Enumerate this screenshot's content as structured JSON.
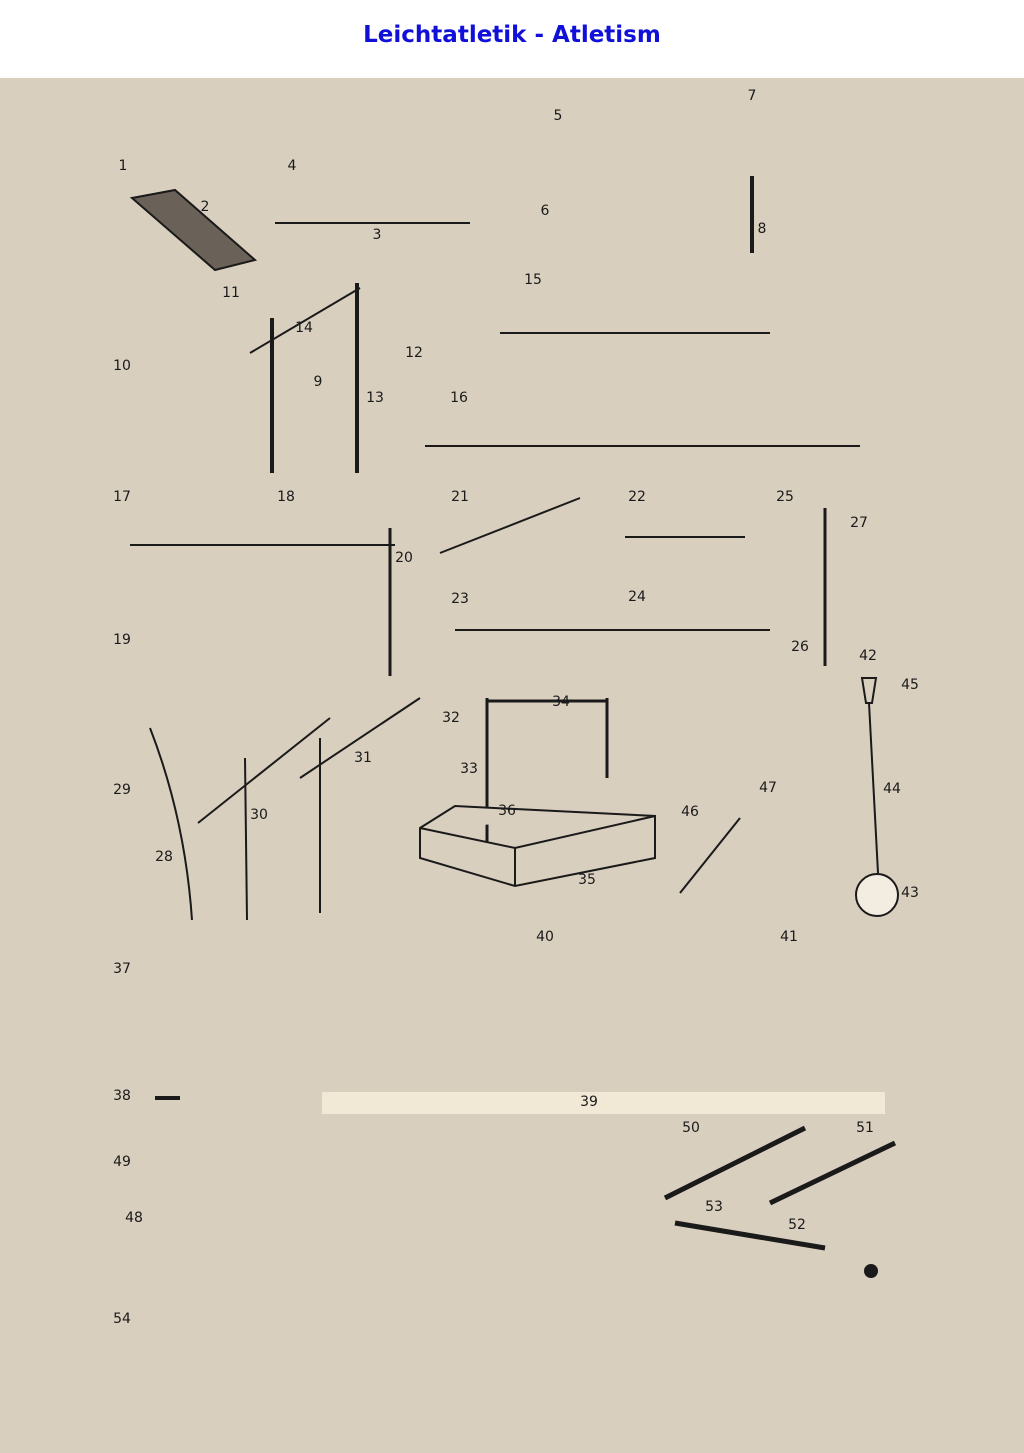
{
  "title": "Leichtatletik - Atletism",
  "colors": {
    "title": "#1010d8",
    "plate": "#d9cfbf",
    "ink": "#1a1a1a",
    "runway": "#f1e8d6"
  },
  "labels": [
    "1",
    "2",
    "3",
    "4",
    "5",
    "6",
    "7",
    "8",
    "9",
    "10",
    "11",
    "12",
    "13",
    "14",
    "15",
    "16",
    "17",
    "18",
    "19",
    "20",
    "21",
    "22",
    "23",
    "24",
    "25",
    "26",
    "27",
    "28",
    "29",
    "30",
    "31",
    "32",
    "33",
    "34",
    "35",
    "36",
    "37",
    "38",
    "39",
    "40",
    "41",
    "42",
    "43",
    "44",
    "45",
    "46",
    "47",
    "48",
    "49",
    "50",
    "51",
    "52",
    "53",
    "54"
  ]
}
